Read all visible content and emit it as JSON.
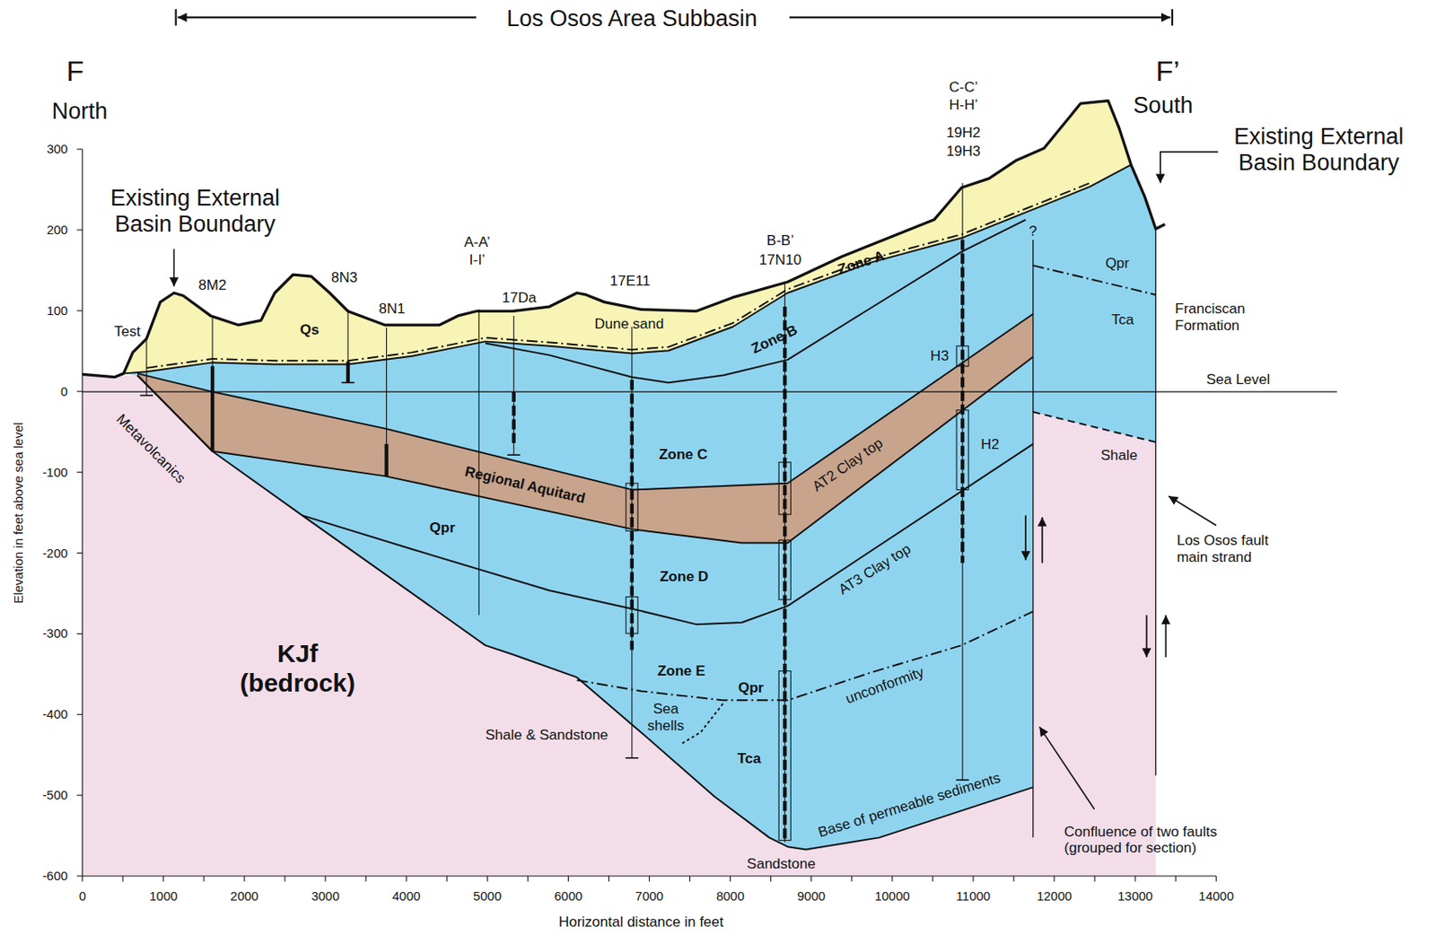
{
  "diagram": {
    "labels": [
      "Los Osos Area Subbasin",
      "F",
      "North",
      "F’",
      "South",
      "Existing External Basin Boundary",
      "Existing External Basin Boundary",
      "Test",
      "8M2",
      "8N3",
      "8N1",
      "A-A’",
      "I-I’",
      "17Da",
      "17E11",
      "B-B’",
      "17N10",
      "C-C’",
      "H-H’",
      "19H2",
      "19H3",
      "?",
      "Qs",
      "Dune sand",
      "Zone A",
      "Zone B",
      "Zone C",
      "Regional Aquitard",
      "AT2 Clay top",
      "Qpr",
      "Zone D",
      "AT3 Clay top",
      "Zone E",
      "Qpr",
      "Sea shells",
      "unconformity",
      "Shale & Sandstone",
      "Tca",
      "Base of permeable sediments",
      "Sandstone",
      "KJf (bedrock)",
      "Metavolcanics",
      "H3",
      "H2",
      "Qpr",
      "Tca",
      "Franciscan Formation",
      "Sea Level",
      "Shale",
      "Los Osos fault main strand",
      "Confluence of two faults (grouped for section)",
      "Elevation in feet above sea level",
      "Horizontal distance in feet",
      "300",
      "200",
      "100",
      "0",
      "-100",
      "-200",
      "-300",
      "-400",
      "-500",
      "-600",
      "0",
      "1000",
      "2000",
      "3000",
      "4000",
      "5000",
      "6000",
      "7000",
      "8000",
      "9000",
      "10000",
      "11000",
      "12000",
      "13000",
      "14000"
    ]
  }
}
